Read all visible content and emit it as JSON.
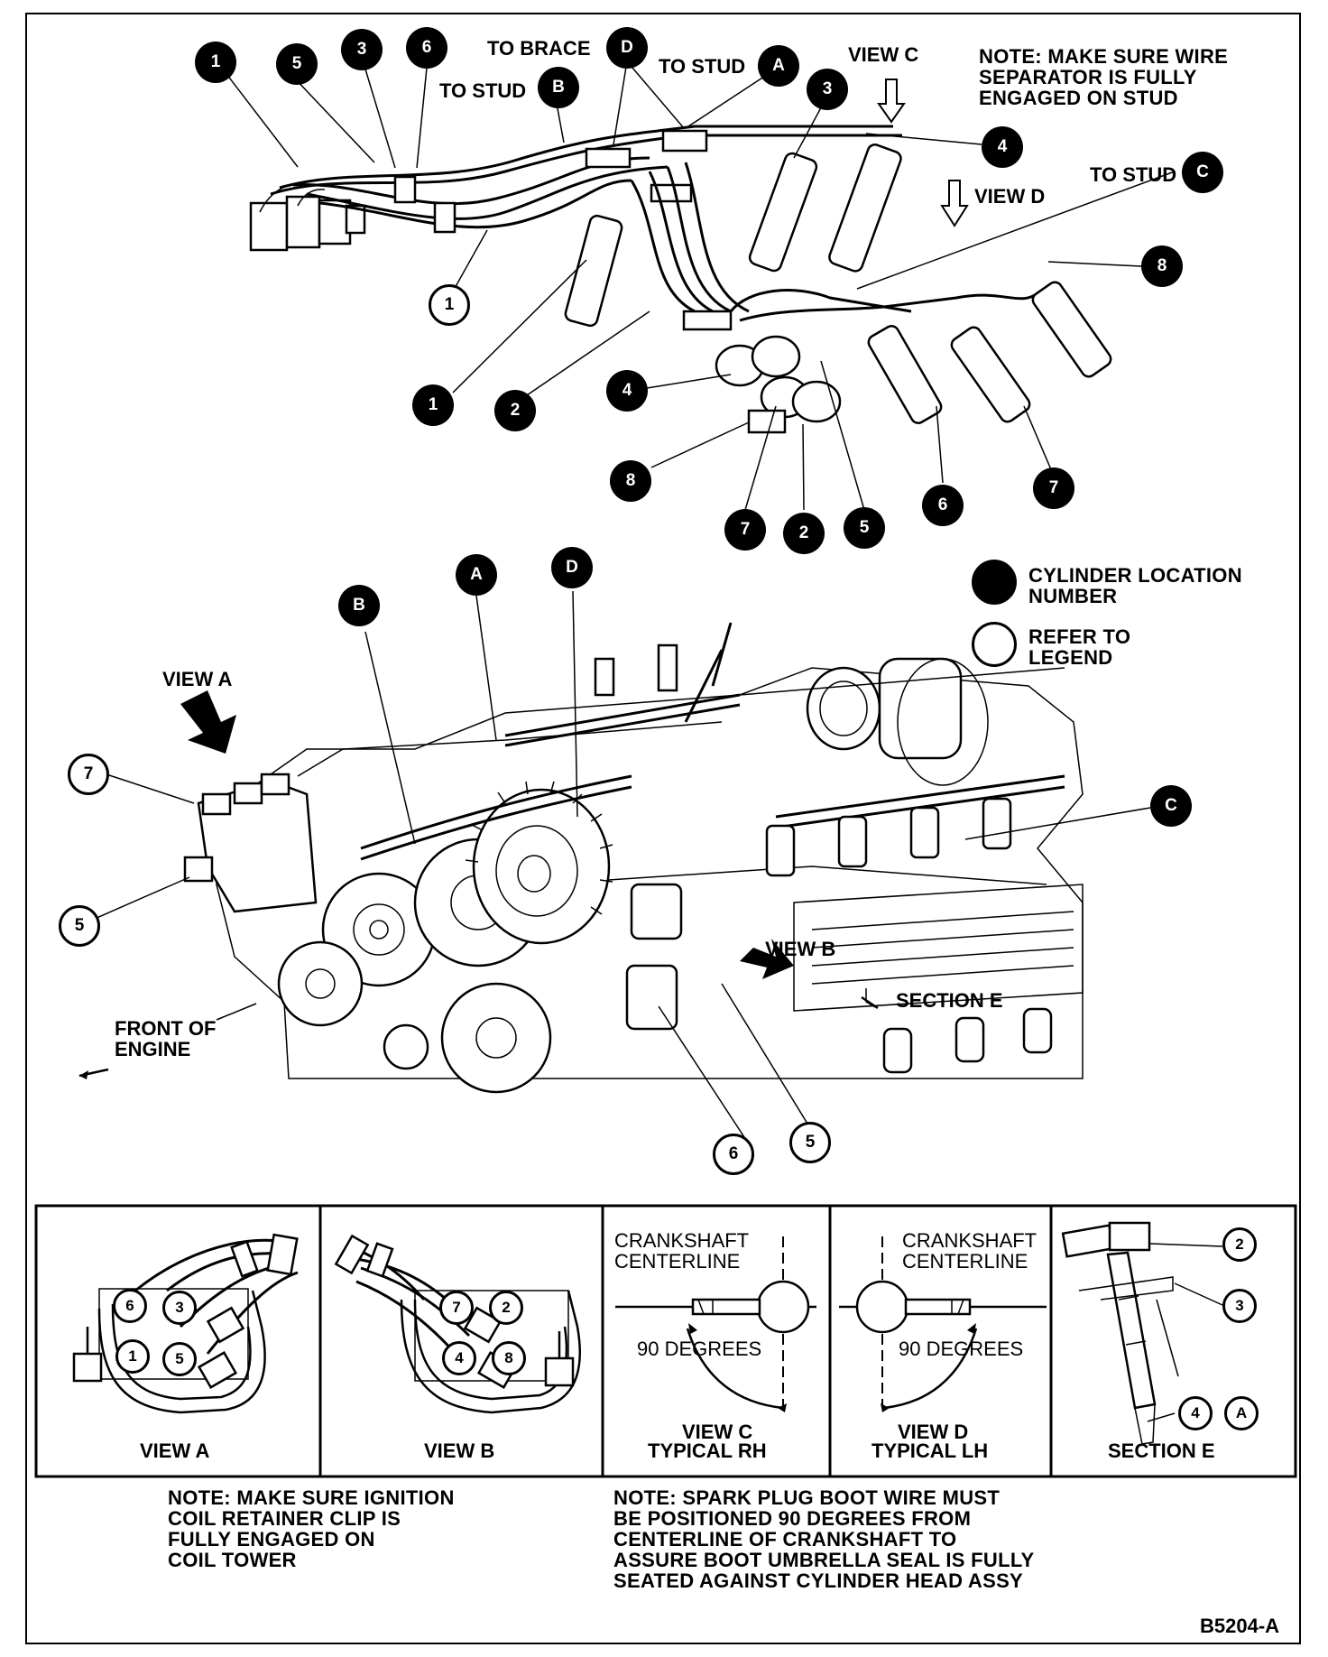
{
  "top_notes": {
    "wire_separator": [
      "NOTE: MAKE SURE WIRE",
      "SEPARATOR IS FULLY",
      "ENGAGED ON STUD"
    ],
    "to_brace": "TO BRACE",
    "to_stud_a": "TO STUD",
    "to_stud_b": "TO STUD",
    "to_stud_c": "TO STUD",
    "view_c": "VIEW C",
    "view_d": "VIEW D"
  },
  "legend": {
    "cylinder_location": [
      "CYLINDER LOCATION",
      "NUMBER"
    ],
    "refer_to_legend": [
      "REFER TO",
      "LEGEND"
    ]
  },
  "engine_labels": {
    "view_a": "VIEW A",
    "view_b": "VIEW B",
    "section_e": "SECTION E",
    "front_of_engine": [
      "FRONT OF",
      "ENGINE"
    ]
  },
  "callouts": {
    "black": {
      "c1": "1",
      "c5": "5",
      "c3": "3",
      "c6": "6",
      "cD": "D",
      "cB": "B",
      "cA": "A",
      "c3b": "3",
      "c4": "4",
      "cC": "C",
      "c8": "8",
      "c1b": "1",
      "c2": "2",
      "c4b": "4",
      "c8b": "8",
      "c7": "7",
      "c2b": "2",
      "c5b": "5",
      "c6b": "6",
      "c7b": "7",
      "eB": "B",
      "eA": "A",
      "eD": "D",
      "eC": "C"
    },
    "white": {
      "w1": "1",
      "w7": "7",
      "w5": "5",
      "w6": "6",
      "w5b": "5"
    }
  },
  "panels": {
    "view_a": {
      "caption": "VIEW A",
      "coils": [
        "6",
        "3",
        "1",
        "5"
      ]
    },
    "view_b": {
      "caption": "VIEW B",
      "coils": [
        "7",
        "2",
        "4",
        "8"
      ]
    },
    "view_c": {
      "caption": [
        "VIEW C",
        "TYPICAL RH"
      ],
      "centerline": [
        "CRANKSHAFT",
        "CENTERLINE"
      ],
      "angle": "90 DEGREES"
    },
    "view_d": {
      "caption": [
        "VIEW D",
        "TYPICAL LH"
      ],
      "centerline": [
        "CRANKSHAFT",
        "CENTERLINE"
      ],
      "angle": "90 DEGREES"
    },
    "section_e": {
      "caption": "SECTION E",
      "callouts": [
        "2",
        "3",
        "4",
        "A"
      ]
    }
  },
  "bottom_notes": {
    "coil_clip": [
      "NOTE: MAKE SURE IGNITION",
      "COIL RETAINER CLIP IS",
      "FULLY ENGAGED ON",
      "COIL TOWER"
    ],
    "boot_wire": [
      "NOTE: SPARK PLUG BOOT WIRE MUST",
      "BE POSITIONED 90 DEGREES FROM",
      "CENTERLINE OF CRANKSHAFT TO",
      "ASSURE BOOT UMBRELLA SEAL IS FULLY",
      "SEATED AGAINST CYLINDER HEAD ASSY"
    ]
  },
  "figure_id": "B5204-A"
}
